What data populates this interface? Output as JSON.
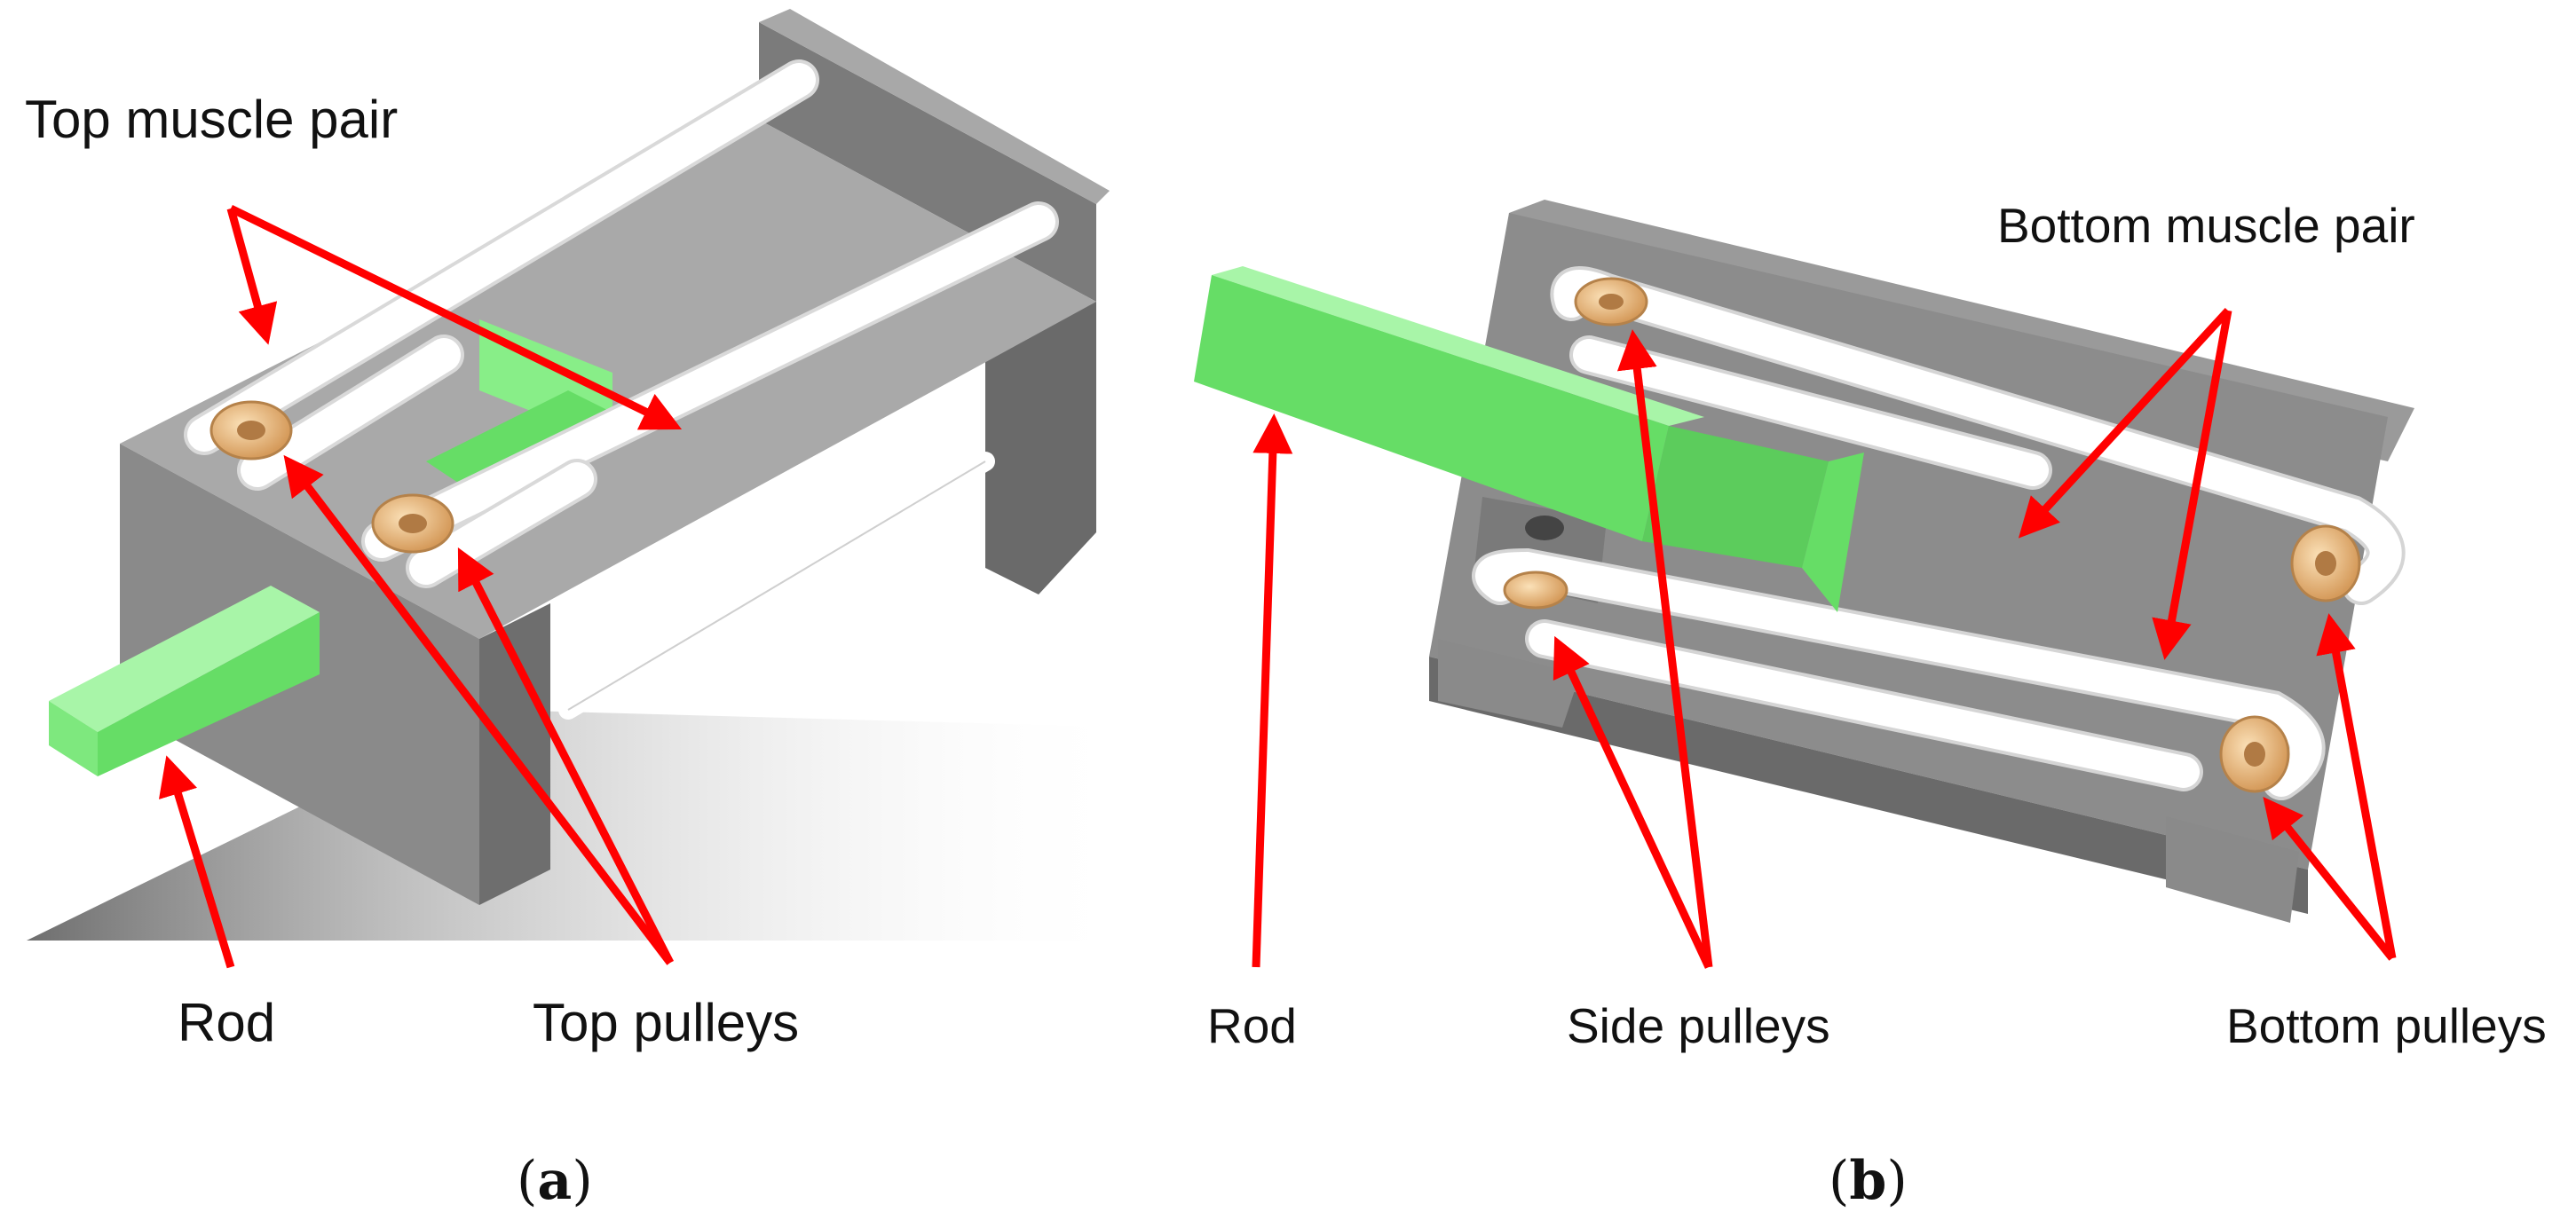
{
  "panel_a": {
    "labels": {
      "top_muscle_pair": "Top muscle pair",
      "rod": "Rod",
      "top_pulleys": "Top pulleys"
    },
    "caption_letter": "a"
  },
  "panel_b": {
    "labels": {
      "bottom_muscle_pair": "Bottom muscle pair",
      "rod": "Rod",
      "side_pulleys": "Side pulleys",
      "bottom_pulleys": "Bottom pulleys"
    },
    "caption_letter": "b"
  },
  "colors": {
    "arrow": "#ff0000",
    "frame": "#8f8f8f",
    "frame_dark": "#5e5e5e",
    "rod_green": "#66dd66",
    "pulley": "#e8b070",
    "tube": "#ffffff"
  }
}
